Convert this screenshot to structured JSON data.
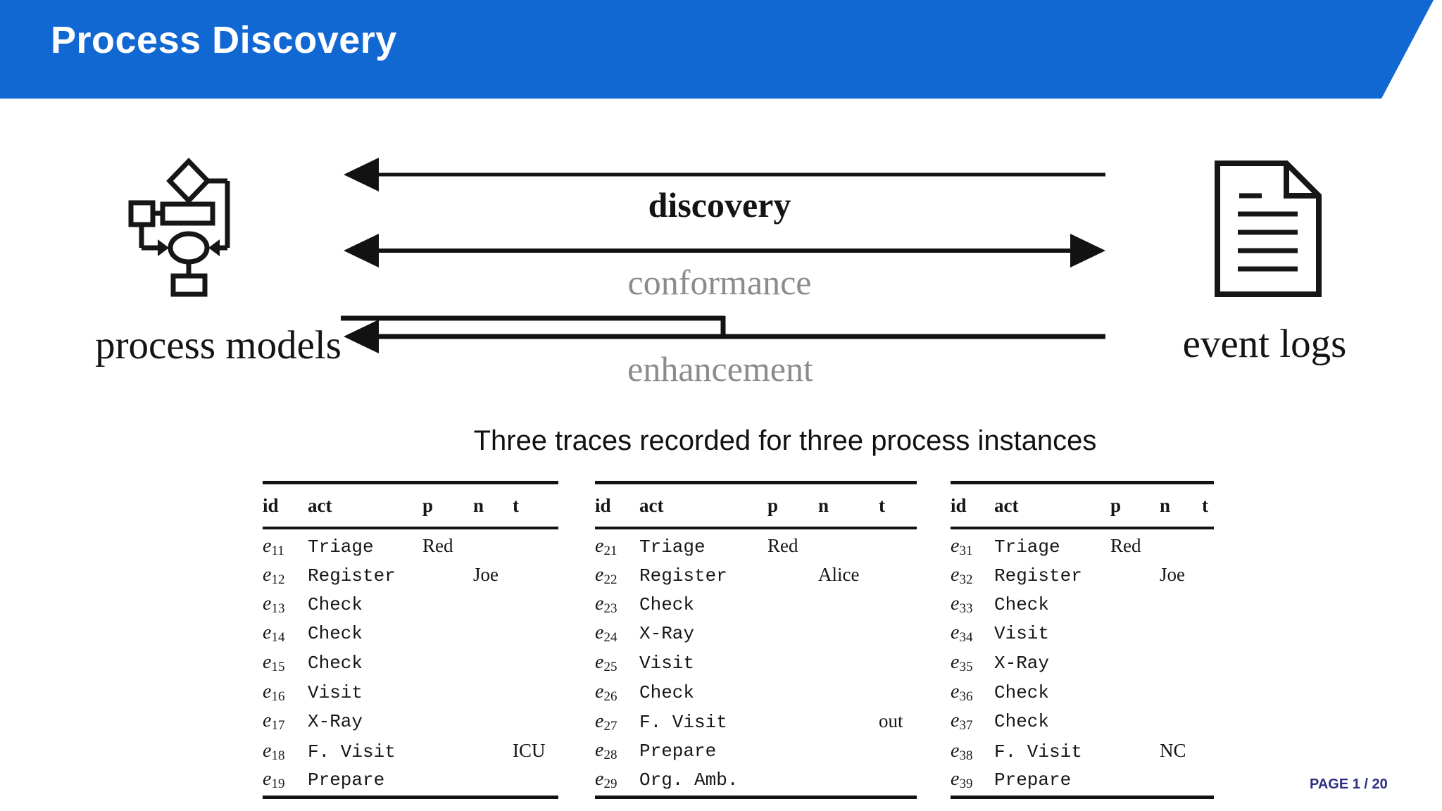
{
  "slide": {
    "title": "Process Discovery",
    "subtitle": "Three traces recorded for three process instances",
    "page_label": "PAGE 1 / 20"
  },
  "colors": {
    "header_blue": "#1168d2",
    "title_text": "#ffffff",
    "gray_label": "#8b8b8b",
    "ink": "#121212",
    "page_label_navy": "#2d2e83"
  },
  "diagram": {
    "left_label": "process models",
    "right_label": "event logs",
    "left_icon": "flowchart-icon",
    "right_icon": "document-icon",
    "arrows": [
      {
        "label": "discovery",
        "direction": "right-to-left",
        "label_style": "bold-black"
      },
      {
        "label": "conformance",
        "direction": "bidirectional",
        "label_style": "gray"
      },
      {
        "label": "enhancement",
        "direction": "right-to-left-bent",
        "label_style": "gray"
      }
    ]
  },
  "tables": {
    "columns": [
      "id",
      "act",
      "p",
      "n",
      "t"
    ],
    "id_prefix": "e",
    "traces": [
      {
        "name": "trace-1",
        "rows": [
          {
            "sub": "11",
            "act": "Triage",
            "p": "Red",
            "n": "",
            "t": ""
          },
          {
            "sub": "12",
            "act": "Register",
            "p": "",
            "n": "Joe",
            "t": ""
          },
          {
            "sub": "13",
            "act": "Check",
            "p": "",
            "n": "",
            "t": ""
          },
          {
            "sub": "14",
            "act": "Check",
            "p": "",
            "n": "",
            "t": ""
          },
          {
            "sub": "15",
            "act": "Check",
            "p": "",
            "n": "",
            "t": ""
          },
          {
            "sub": "16",
            "act": "Visit",
            "p": "",
            "n": "",
            "t": ""
          },
          {
            "sub": "17",
            "act": "X-Ray",
            "p": "",
            "n": "",
            "t": ""
          },
          {
            "sub": "18",
            "act": "F. Visit",
            "p": "",
            "n": "",
            "t": "ICU"
          },
          {
            "sub": "19",
            "act": "Prepare",
            "p": "",
            "n": "",
            "t": ""
          }
        ]
      },
      {
        "name": "trace-2",
        "rows": [
          {
            "sub": "21",
            "act": "Triage",
            "p": "Red",
            "n": "",
            "t": ""
          },
          {
            "sub": "22",
            "act": "Register",
            "p": "",
            "n": "Alice",
            "t": ""
          },
          {
            "sub": "23",
            "act": "Check",
            "p": "",
            "n": "",
            "t": ""
          },
          {
            "sub": "24",
            "act": "X-Ray",
            "p": "",
            "n": "",
            "t": ""
          },
          {
            "sub": "25",
            "act": "Visit",
            "p": "",
            "n": "",
            "t": ""
          },
          {
            "sub": "26",
            "act": "Check",
            "p": "",
            "n": "",
            "t": ""
          },
          {
            "sub": "27",
            "act": "F. Visit",
            "p": "",
            "n": "",
            "t": "out"
          },
          {
            "sub": "28",
            "act": "Prepare",
            "p": "",
            "n": "",
            "t": ""
          },
          {
            "sub": "29",
            "act": "Org. Amb.",
            "p": "",
            "n": "",
            "t": ""
          }
        ]
      },
      {
        "name": "trace-3",
        "rows": [
          {
            "sub": "31",
            "act": "Triage",
            "p": "Red",
            "n": "",
            "t": ""
          },
          {
            "sub": "32",
            "act": "Register",
            "p": "",
            "n": "Joe",
            "t": ""
          },
          {
            "sub": "33",
            "act": "Check",
            "p": "",
            "n": "",
            "t": ""
          },
          {
            "sub": "34",
            "act": "Visit",
            "p": "",
            "n": "",
            "t": ""
          },
          {
            "sub": "35",
            "act": "X-Ray",
            "p": "",
            "n": "",
            "t": ""
          },
          {
            "sub": "36",
            "act": "Check",
            "p": "",
            "n": "",
            "t": ""
          },
          {
            "sub": "37",
            "act": "Check",
            "p": "",
            "n": "",
            "t": ""
          },
          {
            "sub": "38",
            "act": "F. Visit",
            "p": "",
            "n": "NC",
            "t": ""
          },
          {
            "sub": "39",
            "act": "Prepare",
            "p": "",
            "n": "",
            "t": ""
          }
        ]
      }
    ]
  }
}
